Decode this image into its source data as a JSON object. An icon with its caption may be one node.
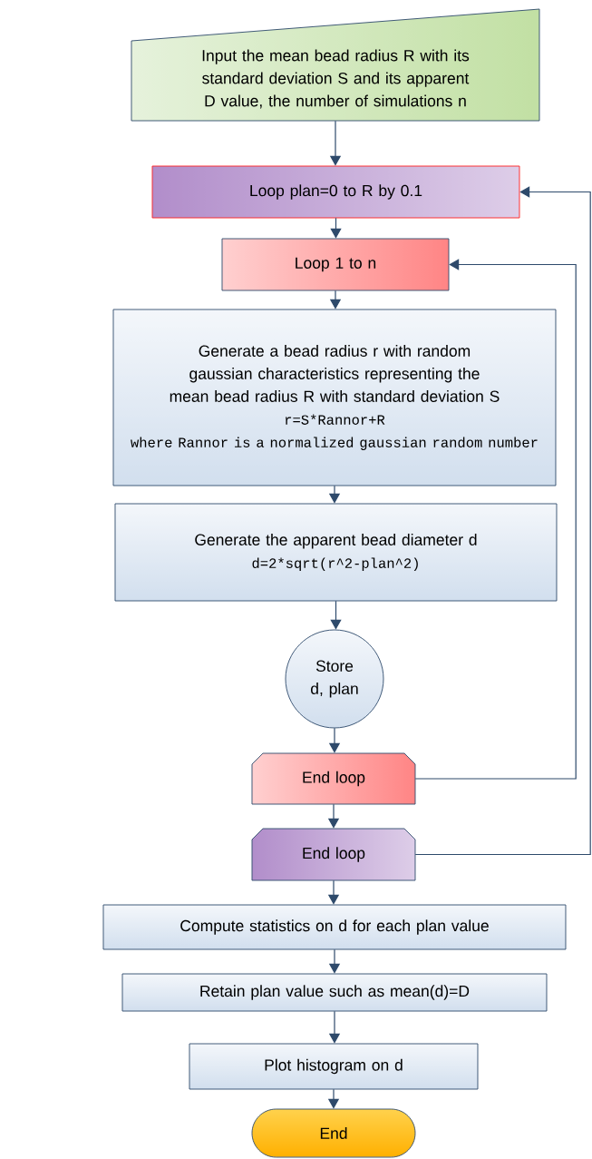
{
  "diagram": {
    "nodes": [
      {
        "text": [
          "Input the mean bead radius R with its standard deviation S and its apparent D value,  the number of simulations n"
        ]
      },
      {
        "text": [
          "Loop plan=0 to R by 0.1"
        ]
      },
      {
        "text": [
          "Loop 1 to n"
        ]
      },
      {
        "text": [
          "Generate a bead radius r with random gaussian characteristics representing the mean bead radius R with standard deviation S",
          "r=S*Rannor+R",
          "where Rannor is a normalized gaussian random number"
        ]
      },
      {
        "text": [
          "Generate the apparent bead diameter d",
          "d=2*sqrt(r^2-plan^2)"
        ]
      },
      {
        "text": [
          "Store d, plan"
        ]
      },
      {
        "text": [
          "End loop"
        ]
      },
      {
        "text": [
          "End loop"
        ]
      },
      {
        "text": [
          "Compute statistics on d for each plan value"
        ]
      },
      {
        "text": [
          "Retain plan value such as mean(d)=D"
        ]
      },
      {
        "text": [
          "Plot histogram on d"
        ]
      },
      {
        "text": [
          "End"
        ]
      }
    ],
    "edges": [
      {
        "from": 0,
        "to": 1,
        "arrow": "to"
      },
      {
        "from": 1,
        "to": 2,
        "arrow": "to"
      },
      {
        "from": 2,
        "to": 3,
        "arrow": "to"
      },
      {
        "from": 3,
        "to": 4,
        "arrow": "to"
      },
      {
        "from": 4,
        "to": 5,
        "arrow": "to"
      },
      {
        "from": 5,
        "to": 6,
        "arrow": "to"
      },
      {
        "from": 6,
        "to": 2,
        "arrow": "to"
      },
      {
        "from": 6,
        "to": 7,
        "arrow": "to"
      },
      {
        "from": 7,
        "to": 1,
        "arrow": "to"
      },
      {
        "from": 7,
        "to": 8,
        "arrow": "to"
      },
      {
        "from": 8,
        "to": 9,
        "arrow": "to"
      },
      {
        "from": 9,
        "to": 10,
        "arrow": "to"
      },
      {
        "from": 10,
        "to": 11,
        "arrow": "to"
      }
    ]
  }
}
